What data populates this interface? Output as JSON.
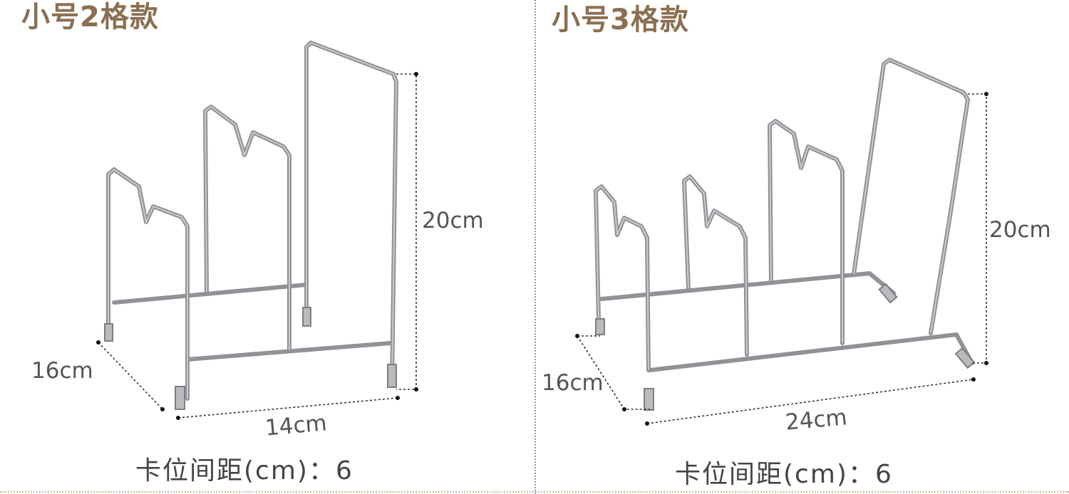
{
  "variants": [
    {
      "title": "小号2格款",
      "height_label": "20cm",
      "depth_label": "16cm",
      "width_label": "14cm",
      "slot_spacing": "卡位间距(cm)：6"
    },
    {
      "title": "小号3格款",
      "height_label": "20cm",
      "depth_label": "16cm",
      "width_label": "24cm",
      "slot_spacing": "卡位间距(cm)：6"
    }
  ],
  "colors": {
    "title": "#8a6f50",
    "wire": "#8f9296",
    "dimension": "#333333"
  }
}
